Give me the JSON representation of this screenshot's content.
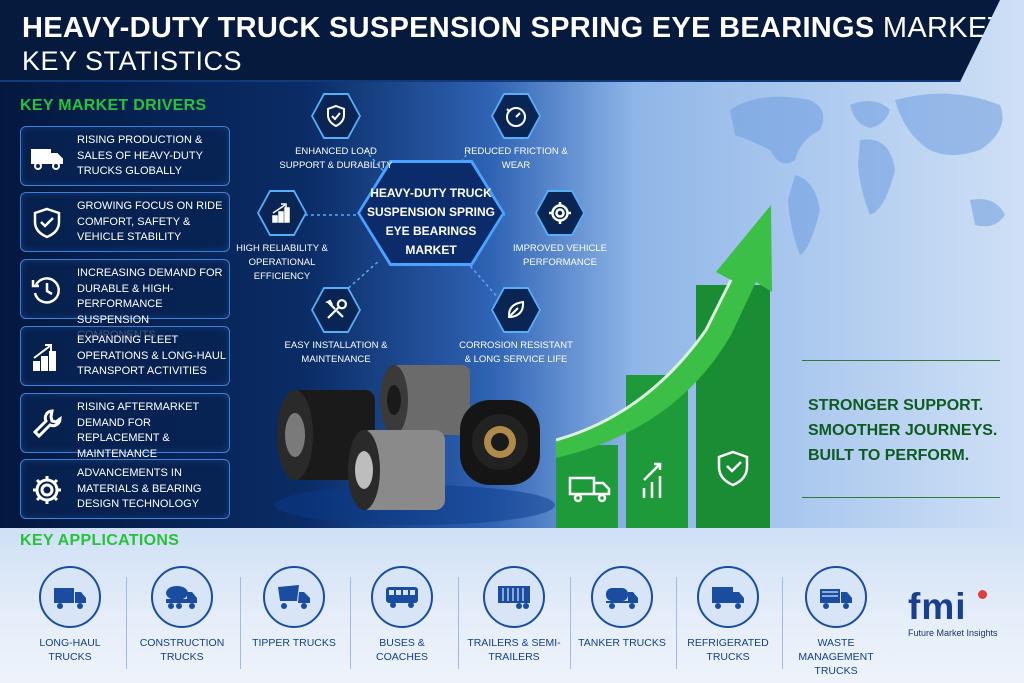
{
  "header": {
    "title_bold": "HEAVY-DUTY TRUCK SUSPENSION SPRING EYE BEARINGS",
    "title_thin": "MARKET",
    "subtitle": "KEY STATISTICS"
  },
  "drivers": {
    "title": "KEY MARKET DRIVERS",
    "items": [
      {
        "label": "RISING PRODUCTION & SALES OF HEAVY-DUTY TRUCKS GLOBALLY",
        "icon": "truck-icon"
      },
      {
        "label": "GROWING FOCUS ON RIDE COMFORT, SAFETY & VEHICLE STABILITY",
        "icon": "shield-check-icon"
      },
      {
        "label": "INCREASING DEMAND FOR DURABLE & HIGH-PERFORMANCE SUSPENSION COMPONENTS",
        "icon": "clock-cycle-icon"
      },
      {
        "label": "EXPANDING FLEET OPERATIONS & LONG-HAUL TRANSPORT ACTIVITIES",
        "icon": "bar-chart-up-icon"
      },
      {
        "label": "RISING AFTERMARKET DEMAND FOR REPLACEMENT & MAINTENANCE",
        "icon": "wrench-icon"
      },
      {
        "label": "ADVANCEMENTS IN MATERIALS & BEARING DESIGN TECHNOLOGY",
        "icon": "gear-icon"
      }
    ]
  },
  "center": {
    "label": "HEAVY-DUTY TRUCK SUSPENSION SPRING EYE BEARINGS MARKET"
  },
  "features": [
    {
      "label": "ENHANCED LOAD SUPPORT & DURABILITY",
      "icon": "shield-check-icon"
    },
    {
      "label": "REDUCED FRICTION & WEAR",
      "icon": "speedometer-icon"
    },
    {
      "label": "HIGH RELIABILITY & OPERATIONAL EFFICIENCY",
      "icon": "bar-chart-up-icon"
    },
    {
      "label": "IMPROVED VEHICLE PERFORMANCE",
      "icon": "gear-icon"
    },
    {
      "label": "EASY INSTALLATION & MAINTENANCE",
      "icon": "tools-icon"
    },
    {
      "label": "CORROSION RESISTANT & LONG SERVICE LIFE",
      "icon": "leaf-icon"
    }
  ],
  "tagline": {
    "line1": "STRONGER SUPPORT.",
    "line2": "SMOOTHER JOURNEYS.",
    "line3": "BUILT TO PERFORM."
  },
  "applications": {
    "title": "KEY APPLICATIONS",
    "items": [
      {
        "label": "LONG-HAUL TRUCKS",
        "icon": "semi-truck-icon"
      },
      {
        "label": "CONSTRUCTION TRUCKS",
        "icon": "mixer-truck-icon"
      },
      {
        "label": "TIPPER TRUCKS",
        "icon": "tipper-truck-icon"
      },
      {
        "label": "BUSES & COACHES",
        "icon": "bus-icon"
      },
      {
        "label": "TRAILERS & SEMI-TRAILERS",
        "icon": "trailer-icon"
      },
      {
        "label": "TANKER TRUCKS",
        "icon": "tanker-truck-icon"
      },
      {
        "label": "REFRIGERATED TRUCKS",
        "icon": "reefer-truck-icon"
      },
      {
        "label": "WASTE MANAGEMENT TRUCKS",
        "icon": "garbage-truck-icon"
      }
    ]
  },
  "logo": {
    "mark": "fmi",
    "name": "Future Market Insights"
  },
  "colors": {
    "accent_green": "#28c23a",
    "navy": "#061a3d",
    "brand_blue": "#1a3f8e",
    "logo_red": "#e23b3b"
  }
}
